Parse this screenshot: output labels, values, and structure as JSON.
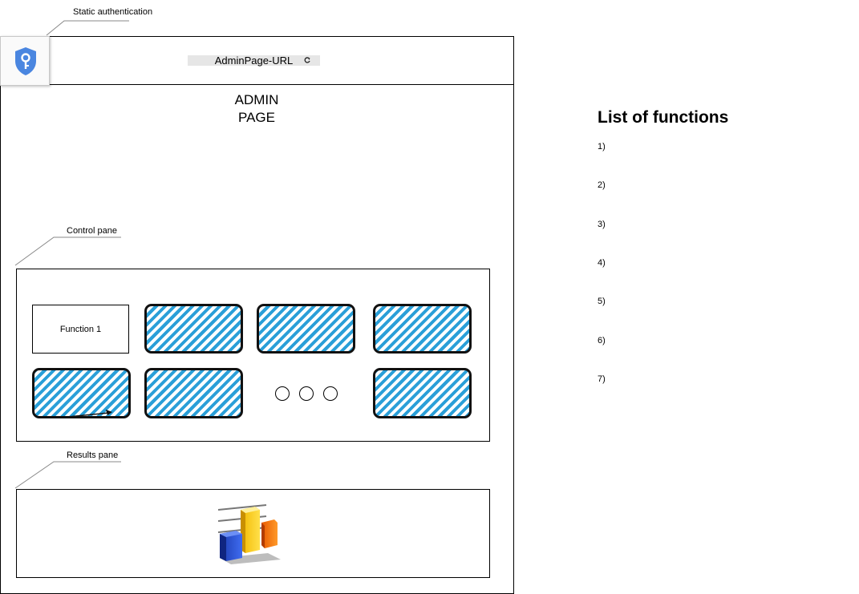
{
  "annotations": {
    "auth": "Static authentication",
    "control": "Control pane",
    "results": "Results pane"
  },
  "browser": {
    "url": "AdminPage-URL",
    "refresh_icon": "refresh-icon",
    "auth_icon": "shield-key-icon"
  },
  "page": {
    "title_line1": "ADMIN",
    "title_line2": "PAGE"
  },
  "control_pane": {
    "function_1_label": "Function 1",
    "hatch_color": "#2a9fd8"
  },
  "results_pane": {
    "icon": "bar-chart-3d-icon"
  },
  "functions_list": {
    "title": "List of functions",
    "items": [
      "1)",
      "2)",
      "3)",
      "4)",
      "5)",
      "6)",
      "7)"
    ]
  }
}
